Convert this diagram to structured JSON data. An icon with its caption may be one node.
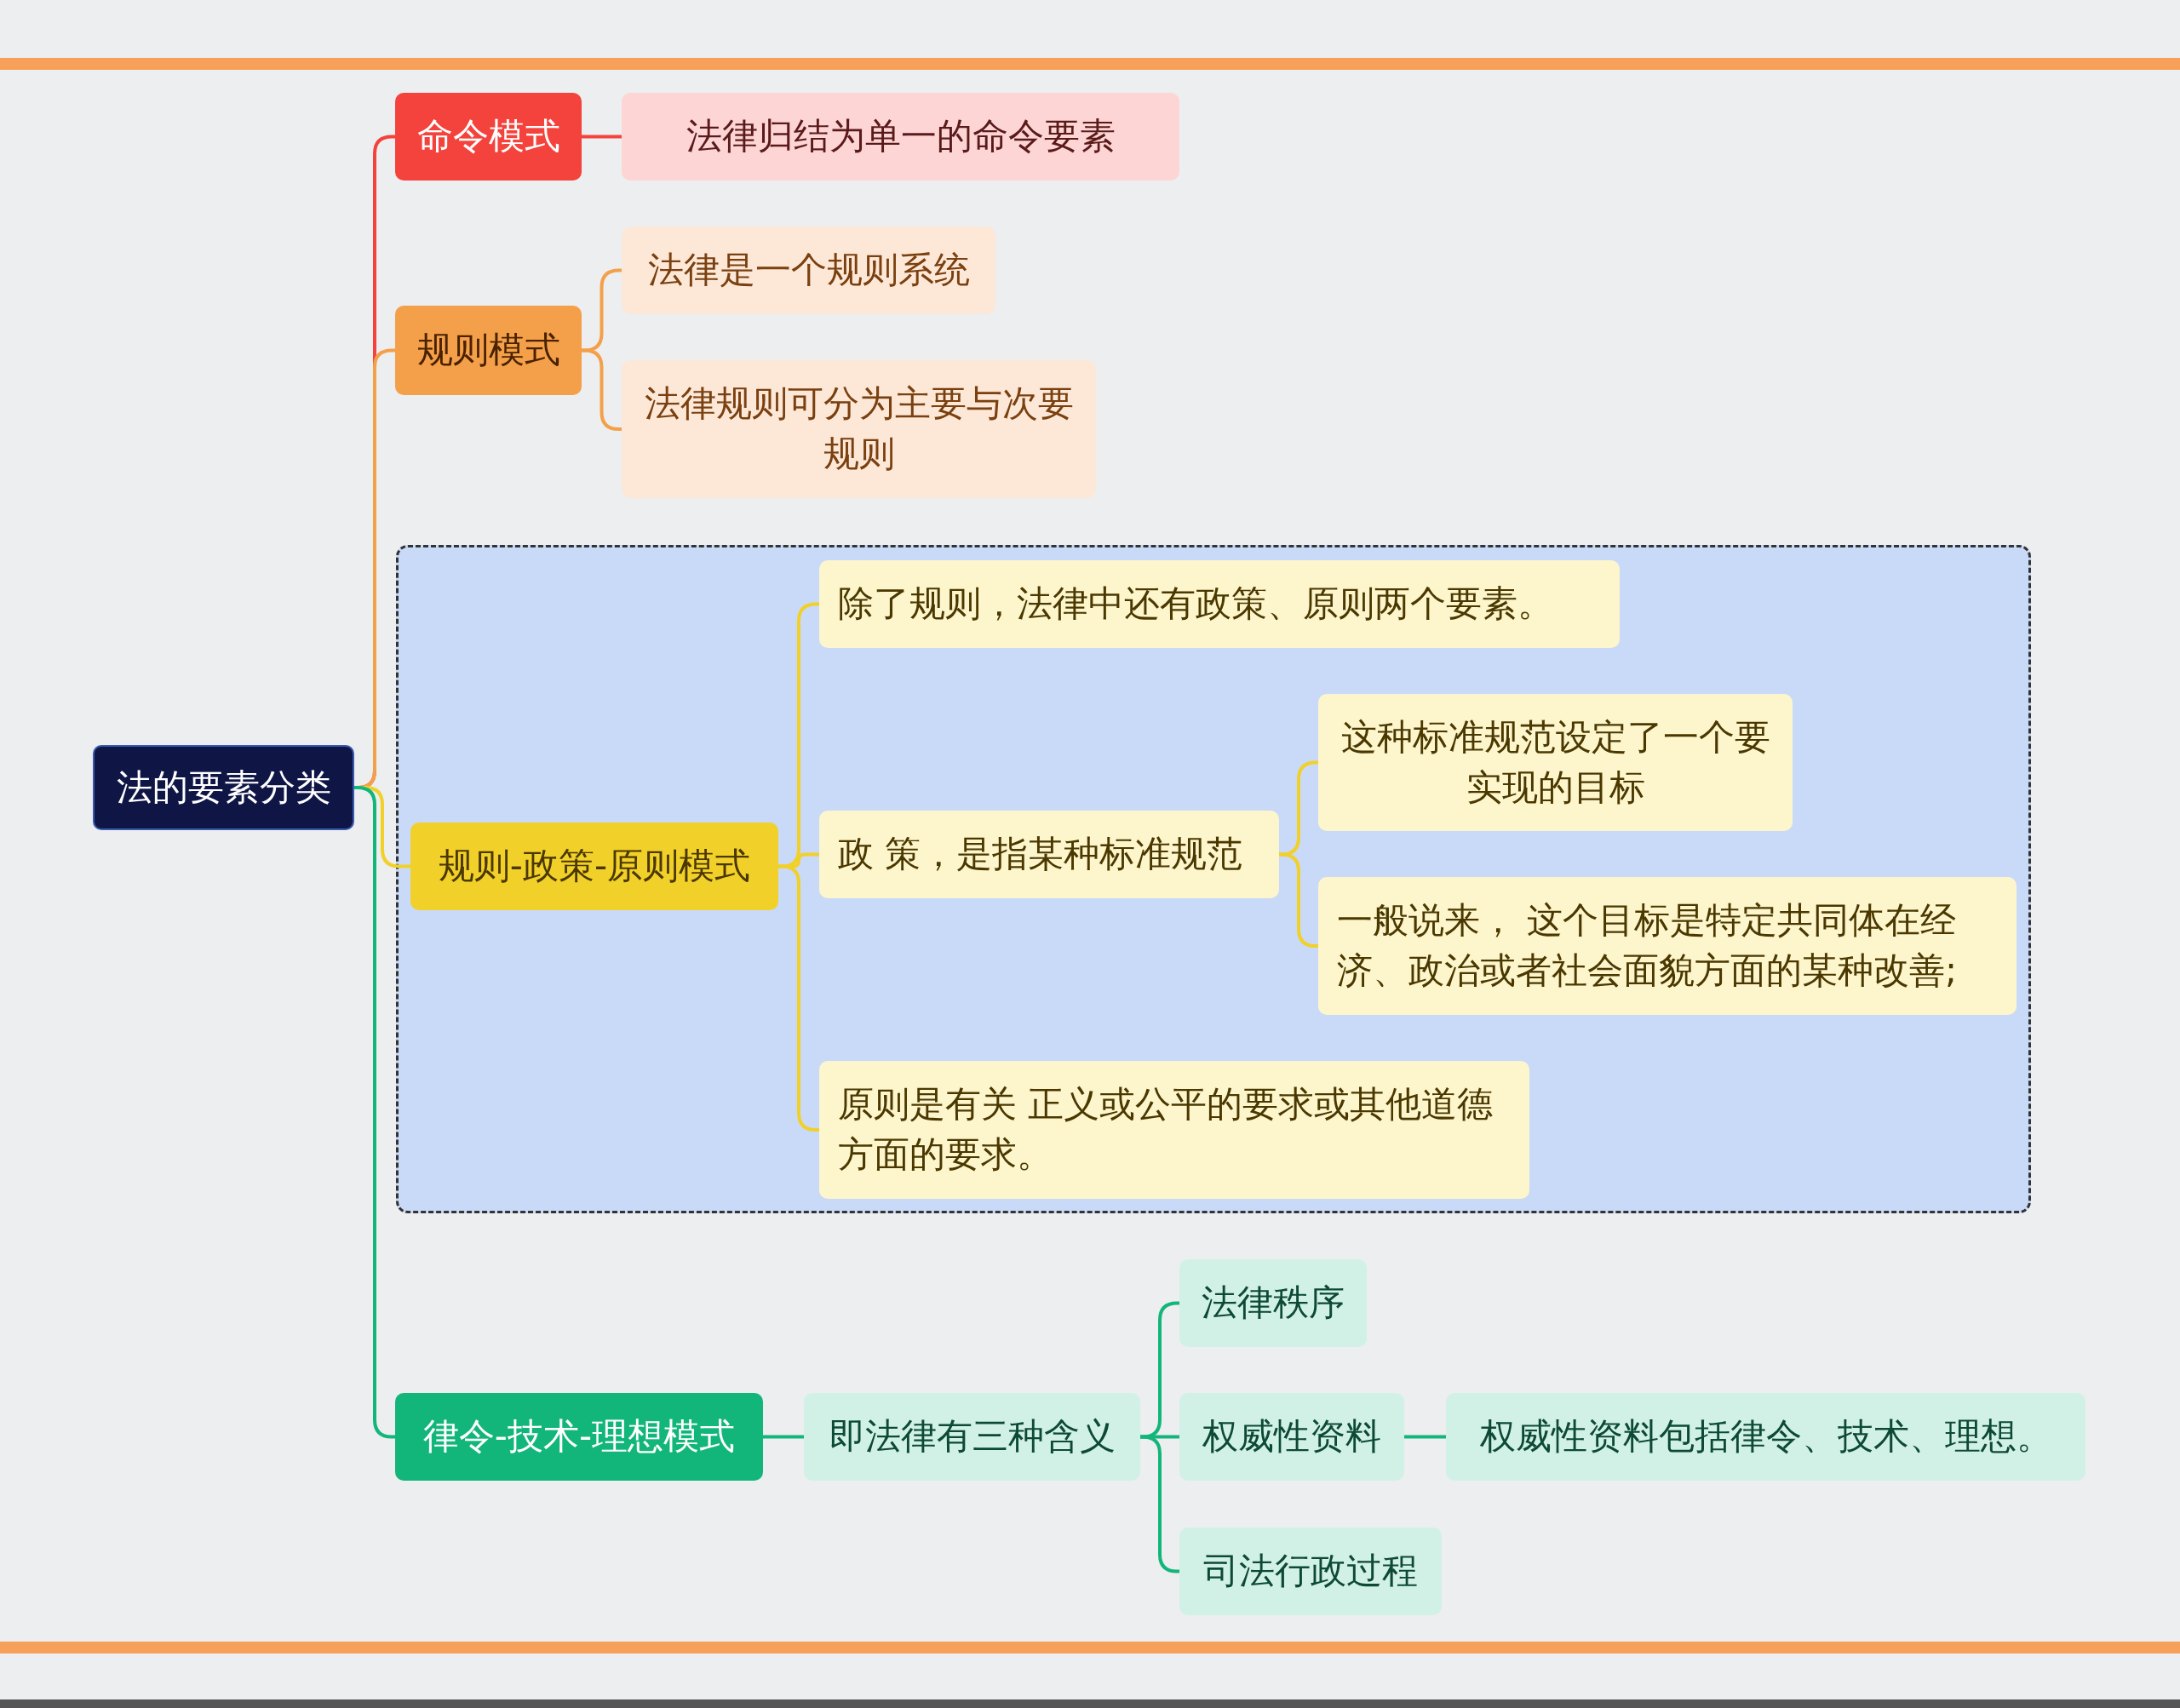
{
  "diagram": {
    "nodes": [
      {
        "text": [
          "法的要素分类"
        ]
      },
      {
        "text": [
          "命令模式"
        ]
      },
      {
        "text": [
          "法律归结为单一的命令要素"
        ]
      },
      {
        "text": [
          "规则模式"
        ]
      },
      {
        "text": [
          "法律是一个规则系统"
        ]
      },
      {
        "text": [
          "法律规则可分为主要与次要规则"
        ]
      },
      {
        "text": [],
        "shape": "box"
      },
      {
        "text": [
          "规则-政策-原则模式"
        ],
        "in": 6
      },
      {
        "text": [
          "除了规则，法律中还有政策、原则两个要素。"
        ],
        "in": 6
      },
      {
        "text": [
          "政 策，是指某种标准规范"
        ],
        "in": 6
      },
      {
        "text": [
          "这种标准规范设定了一个要实现的目标"
        ],
        "in": 6
      },
      {
        "text": [
          "一般说来， 这个目标是特定共同体在经济、政治或者社会面貌方面的某种改善;"
        ],
        "in": 6
      },
      {
        "text": [
          "原则是有关 正义或公平的要求或其他道德方面的要求。"
        ],
        "in": 6
      },
      {
        "text": [
          "律令-技术-理想模式"
        ]
      },
      {
        "text": [
          "即法律有三种含义"
        ]
      },
      {
        "text": [
          "法律秩序"
        ]
      },
      {
        "text": [
          "权威性资料"
        ]
      },
      {
        "text": [
          "权威性资料包括律令、技术、理想。"
        ]
      },
      {
        "text": [
          "司法行政过程"
        ]
      }
    ],
    "edges": [
      {
        "from": 0,
        "to": 1,
        "arrow": "none",
        "color": "#f4433c"
      },
      {
        "from": 0,
        "to": 3,
        "arrow": "none",
        "color": "#f4a04a"
      },
      {
        "from": 0,
        "to": 7,
        "arrow": "none",
        "color": "#f2d02a"
      },
      {
        "from": 0,
        "to": 13,
        "arrow": "none",
        "color": "#12b67a"
      },
      {
        "from": 1,
        "to": 2,
        "arrow": "none",
        "color": "#f4433c"
      },
      {
        "from": 3,
        "to": 4,
        "arrow": "none",
        "color": "#f4a04a"
      },
      {
        "from": 3,
        "to": 5,
        "arrow": "none",
        "color": "#f4a04a"
      },
      {
        "from": 7,
        "to": 8,
        "arrow": "none",
        "color": "#f2d02a"
      },
      {
        "from": 7,
        "to": 9,
        "arrow": "none",
        "color": "#f2d02a"
      },
      {
        "from": 7,
        "to": 12,
        "arrow": "none",
        "color": "#f2d02a"
      },
      {
        "from": 9,
        "to": 10,
        "arrow": "none",
        "color": "#f2d02a"
      },
      {
        "from": 9,
        "to": 11,
        "arrow": "none",
        "color": "#f2d02a"
      },
      {
        "from": 13,
        "to": 14,
        "arrow": "none",
        "color": "#12b67a"
      },
      {
        "from": 14,
        "to": 15,
        "arrow": "none",
        "color": "#12b67a"
      },
      {
        "from": 14,
        "to": 16,
        "arrow": "none",
        "color": "#12b67a"
      },
      {
        "from": 14,
        "to": 18,
        "arrow": "none",
        "color": "#12b67a"
      },
      {
        "from": 16,
        "to": 17,
        "arrow": "none",
        "color": "#12b67a"
      }
    ]
  }
}
